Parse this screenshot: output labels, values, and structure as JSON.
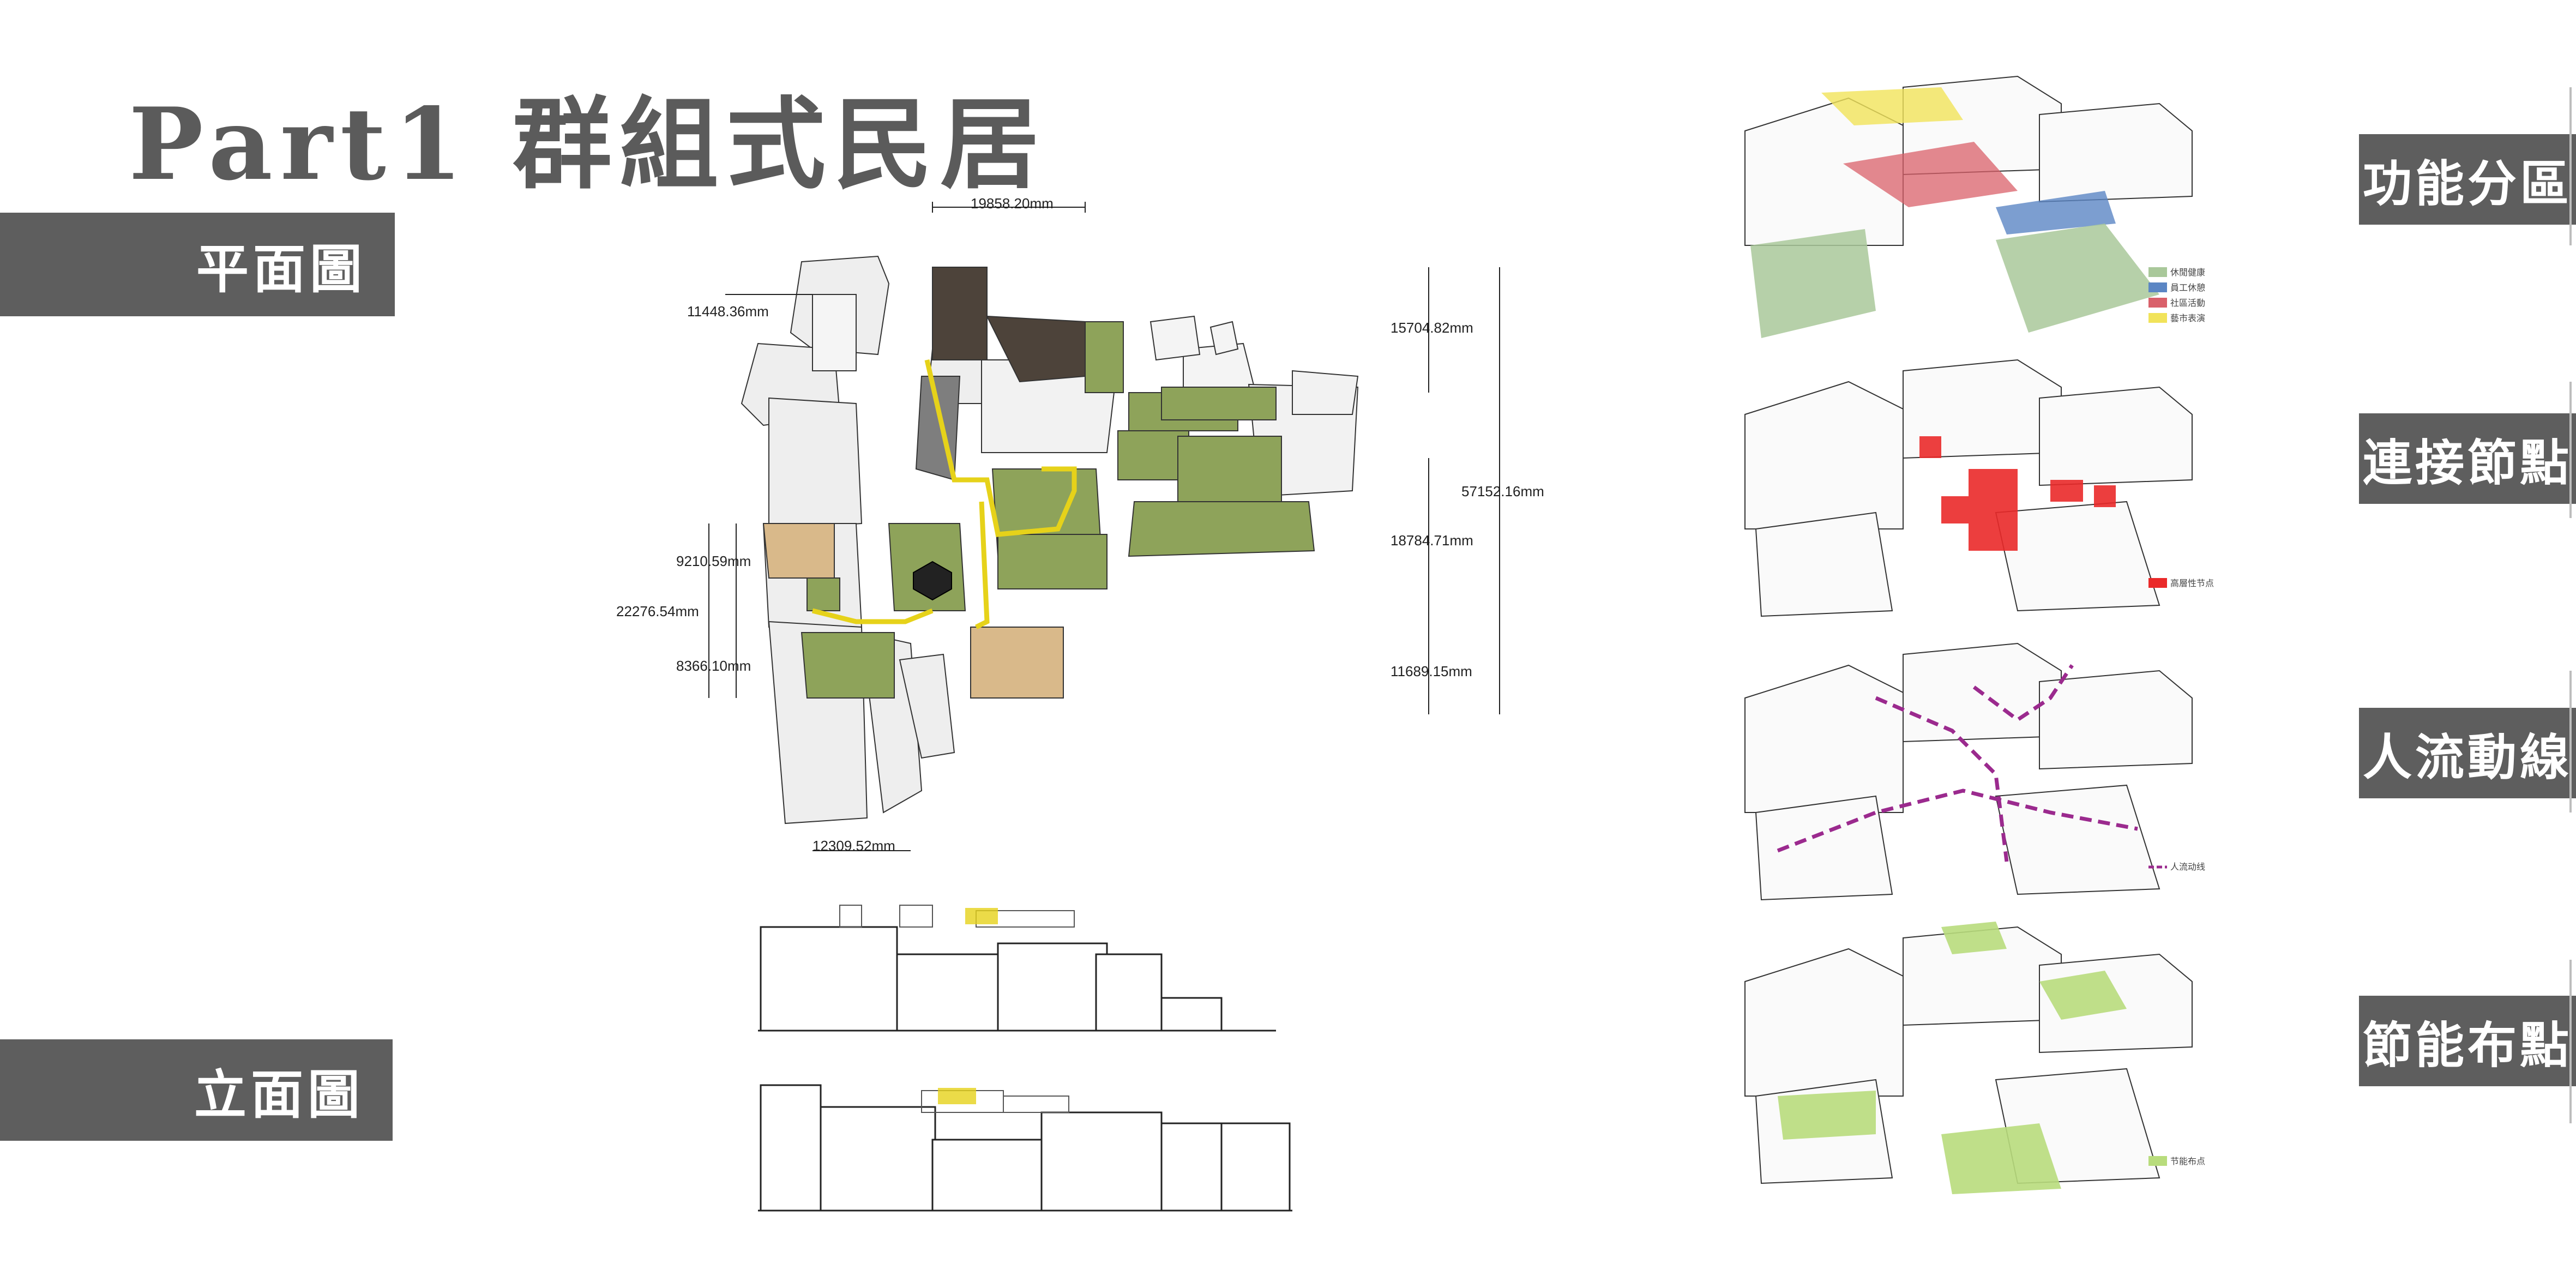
{
  "title": "Part1 群組式民居",
  "labels": {
    "plan": "平面圖",
    "elevation": "立面圖"
  },
  "diagram_panels": [
    {
      "label": "功能分區",
      "legend": [
        "休閒健康",
        "員工休憩",
        "社區活動",
        "藝市表演"
      ]
    },
    {
      "label": "連接節點",
      "legend": [
        "高層性节点"
      ]
    },
    {
      "label": "人流動線",
      "legend": [
        "人流动线"
      ]
    },
    {
      "label": "節能布點",
      "legend": [
        "节能布点"
      ]
    }
  ],
  "dimensions": {
    "top_width": "19858.20mm",
    "upper_left": "11448.36mm",
    "right_upper": "15704.82mm",
    "right_total": "57152.16mm",
    "right_mid": "18784.71mm",
    "left_upper": "9210.59mm",
    "left_total": "22276.54mm",
    "left_lower": "8366.10mm",
    "right_lower": "11689.15mm",
    "bottom_width": "12309.52mm"
  },
  "colors": {
    "label_bg": "#5e5e5e",
    "roof_green": "#8ea35a",
    "path_yellow": "#e6d21a",
    "zone_green": "#a9c89a",
    "zone_blue": "#5b86c4",
    "zone_red": "#d9606a",
    "zone_yellow": "#f1e35a",
    "node_red": "#ea2a2a",
    "flow_purple": "#9b2a8e",
    "energy_green": "#b8dc7c"
  }
}
